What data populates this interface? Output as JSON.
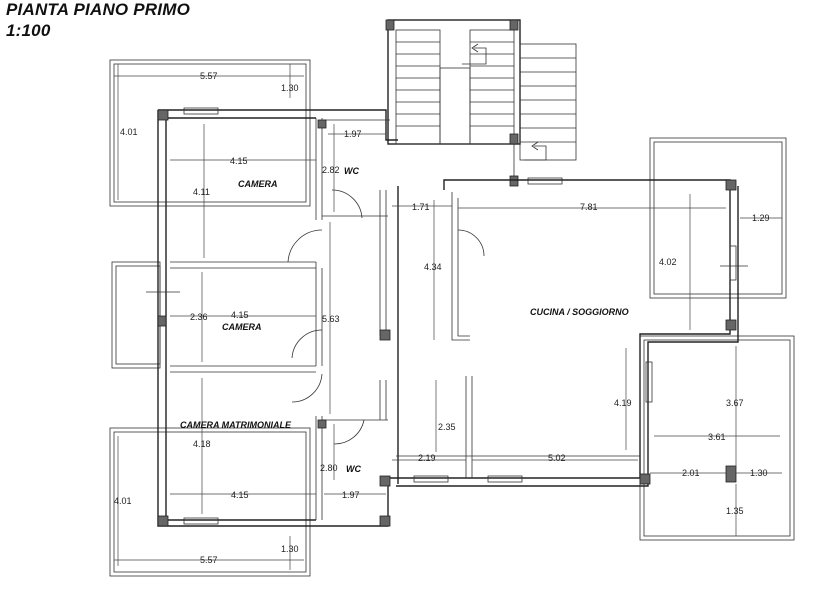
{
  "header": {
    "title": "PIANTA PIANO PRIMO",
    "scale": "1:100"
  },
  "rooms": [
    {
      "id": "camera-1",
      "label": "CAMERA"
    },
    {
      "id": "camera-2",
      "label": "CAMERA"
    },
    {
      "id": "camera-matrimoniale",
      "label": "CAMERA MATRIMONIALE"
    },
    {
      "id": "wc-1",
      "label": "WC"
    },
    {
      "id": "wc-2",
      "label": "WC"
    },
    {
      "id": "cucina-soggiorno",
      "label": "CUCINA / SOGGIORNO"
    }
  ],
  "dimensions": [
    {
      "id": "d-557-top",
      "text": "5.57"
    },
    {
      "id": "d-130-topleft",
      "text": "1.30"
    },
    {
      "id": "d-401-top",
      "text": "4.01"
    },
    {
      "id": "d-197-top",
      "text": "1.97"
    },
    {
      "id": "d-415-camera1",
      "text": "4.15"
    },
    {
      "id": "d-411",
      "text": "4.11"
    },
    {
      "id": "d-282",
      "text": "2.82"
    },
    {
      "id": "d-171",
      "text": "1.71"
    },
    {
      "id": "d-781",
      "text": "7.81"
    },
    {
      "id": "d-129",
      "text": "1.29"
    },
    {
      "id": "d-434",
      "text": "4.34"
    },
    {
      "id": "d-402",
      "text": "4.02"
    },
    {
      "id": "d-236",
      "text": "2.36"
    },
    {
      "id": "d-415-camera2",
      "text": "4.15"
    },
    {
      "id": "d-563",
      "text": "5.63"
    },
    {
      "id": "d-367",
      "text": "3.67"
    },
    {
      "id": "d-419",
      "text": "4.19"
    },
    {
      "id": "d-361",
      "text": "3.61"
    },
    {
      "id": "d-418",
      "text": "4.18"
    },
    {
      "id": "d-235",
      "text": "2.35"
    },
    {
      "id": "d-219",
      "text": "2.19"
    },
    {
      "id": "d-502",
      "text": "5.02"
    },
    {
      "id": "d-280",
      "text": "2.80"
    },
    {
      "id": "d-201",
      "text": "2.01"
    },
    {
      "id": "d-130-right",
      "text": "1.30"
    },
    {
      "id": "d-415-matrimoniale",
      "text": "4.15"
    },
    {
      "id": "d-197-bottom",
      "text": "1.97"
    },
    {
      "id": "d-401-bottom",
      "text": "4.01"
    },
    {
      "id": "d-135",
      "text": "1.35"
    },
    {
      "id": "d-130-bottomleft",
      "text": "1.30"
    },
    {
      "id": "d-557-bottom",
      "text": "5.57"
    }
  ]
}
